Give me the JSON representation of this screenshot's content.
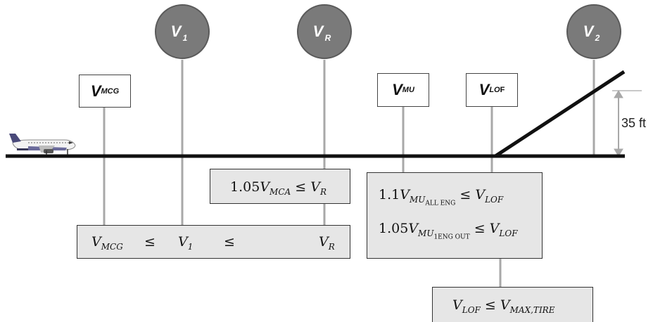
{
  "circles": {
    "v1": {
      "main": "V",
      "sub": "1"
    },
    "vr": {
      "main": "V",
      "sub": "R"
    },
    "v2": {
      "main": "V",
      "sub": "2"
    }
  },
  "labels": {
    "vmcg": {
      "main": "V",
      "sub": "MCG"
    },
    "vmu": {
      "main": "V",
      "sub": "MU"
    },
    "vlof": {
      "main": "V",
      "sub_italic": "LO",
      "sub_plain": "F"
    }
  },
  "altitude": "35 ft",
  "boxes": {
    "vr_constraint": {
      "coef": "1.05",
      "v": "V",
      "sub": "MCA",
      "op": "≤",
      "rhs_v": "V",
      "rhs_sub": "R"
    },
    "chain": {
      "t1": "V",
      "t1_sub": "MCG",
      "op1": "≤",
      "t2": "V",
      "t2_sub": "1",
      "op2": "≤",
      "t3": "V",
      "t3_sub": "R"
    },
    "lof": {
      "line1": {
        "coef": "1.1",
        "v": "V",
        "sub": "MU",
        "subsub": "ALL ENG",
        "op": "≤",
        "rhs_v": "V",
        "rhs_sub": "LOF"
      },
      "line2": {
        "coef": "1.05",
        "v": "V",
        "sub": "MU",
        "subsub": "1ENG OUT",
        "op": "≤",
        "rhs_v": "V",
        "rhs_sub": "LOF"
      }
    },
    "tire": {
      "v": "V",
      "sub": "LOF",
      "op": "≤",
      "rhs_v": "V",
      "rhs_sub": "MAX,TIRE"
    }
  },
  "colors": {
    "circle_fill": "#7a7a7a",
    "circle_stroke": "#5a5a5a",
    "connector": "#a8a8a8",
    "runway": "#111111",
    "box_fill": "#e6e6e6"
  }
}
